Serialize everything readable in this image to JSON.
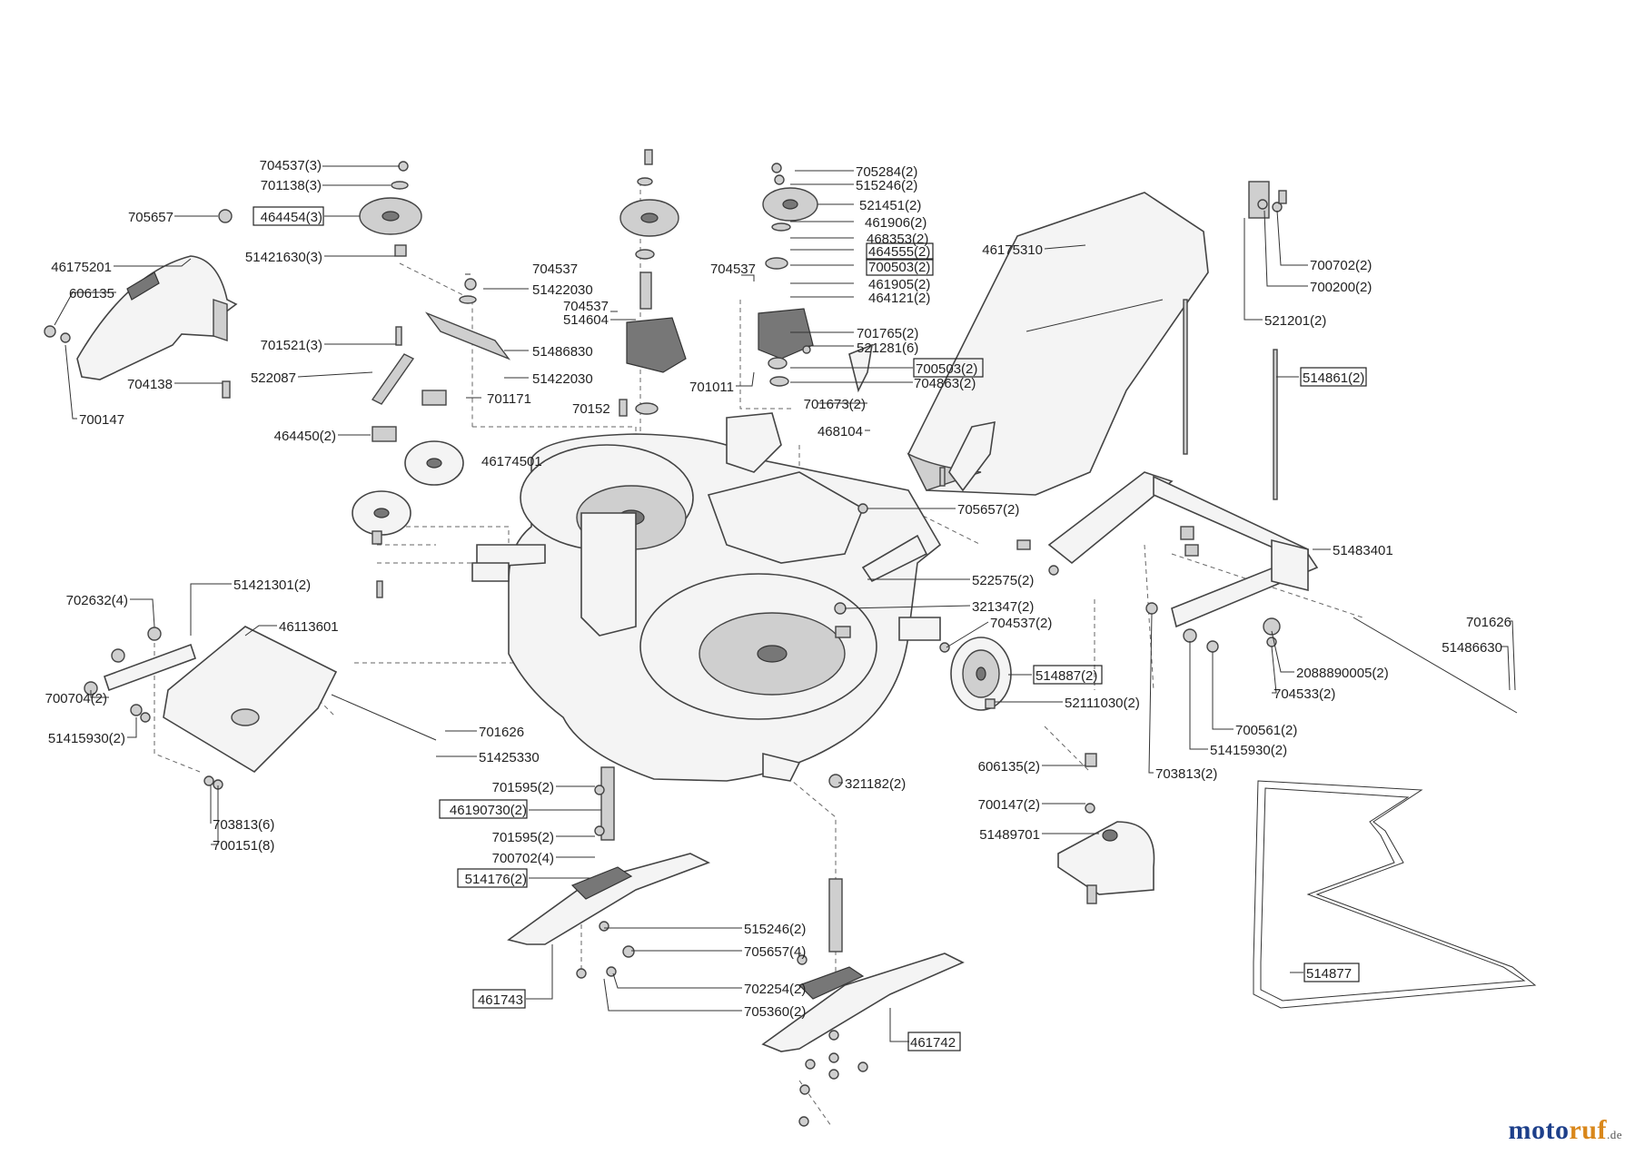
{
  "parts": [
    {
      "id": "p1",
      "text": "704537(3)",
      "boxed": false
    },
    {
      "id": "p2",
      "text": "701138(3)",
      "boxed": false
    },
    {
      "id": "p3",
      "text": "705657",
      "boxed": false
    },
    {
      "id": "p4",
      "text": "464454(3)",
      "boxed": true
    },
    {
      "id": "p5",
      "text": "51421630(3)",
      "boxed": false
    },
    {
      "id": "p6",
      "text": "46175201",
      "boxed": false
    },
    {
      "id": "p7",
      "text": "606135",
      "boxed": false
    },
    {
      "id": "p8",
      "text": "701521(3)",
      "boxed": false
    },
    {
      "id": "p9",
      "text": "522087",
      "boxed": false
    },
    {
      "id": "p10",
      "text": "704138",
      "boxed": false
    },
    {
      "id": "p11",
      "text": "700147",
      "boxed": false
    },
    {
      "id": "p12",
      "text": "464450(2)",
      "boxed": false
    },
    {
      "id": "p13",
      "text": "704537",
      "boxed": false
    },
    {
      "id": "p14",
      "text": "51422030",
      "boxed": false
    },
    {
      "id": "p15",
      "text": "51486830",
      "boxed": false
    },
    {
      "id": "p16",
      "text": "51422030",
      "boxed": false
    },
    {
      "id": "p17",
      "text": "701171",
      "boxed": false
    },
    {
      "id": "p18",
      "text": "704537",
      "boxed": false
    },
    {
      "id": "p19",
      "text": "514604",
      "boxed": false
    },
    {
      "id": "p20",
      "text": "70152",
      "boxed": false
    },
    {
      "id": "p21",
      "text": "46174501",
      "boxed": false
    },
    {
      "id": "p22",
      "text": "704537",
      "boxed": false
    },
    {
      "id": "p23",
      "text": "701011",
      "boxed": false
    },
    {
      "id": "p24",
      "text": "705284(2)",
      "boxed": false
    },
    {
      "id": "p25",
      "text": "515246(2)",
      "boxed": false
    },
    {
      "id": "p26",
      "text": "521451(2)",
      "boxed": false
    },
    {
      "id": "p27",
      "text": "461906(2)",
      "boxed": false
    },
    {
      "id": "p28",
      "text": "468353(2)",
      "boxed": false
    },
    {
      "id": "p29",
      "text": "464555(2)",
      "boxed": true
    },
    {
      "id": "p30",
      "text": "700503(2)",
      "boxed": true
    },
    {
      "id": "p31",
      "text": "461905(2)",
      "boxed": false
    },
    {
      "id": "p32",
      "text": "464121(2)",
      "boxed": false
    },
    {
      "id": "p33",
      "text": "701765(2)",
      "boxed": false
    },
    {
      "id": "p34",
      "text": "521281(6)",
      "boxed": false
    },
    {
      "id": "p35",
      "text": "700503(2)",
      "boxed": true
    },
    {
      "id": "p36",
      "text": "704863(2)",
      "boxed": false
    },
    {
      "id": "p37",
      "text": "701673(2)",
      "boxed": false
    },
    {
      "id": "p38",
      "text": "468104",
      "boxed": false
    },
    {
      "id": "p39",
      "text": "46175310",
      "boxed": false
    },
    {
      "id": "p40",
      "text": "700702(2)",
      "boxed": false
    },
    {
      "id": "p41",
      "text": "700200(2)",
      "boxed": false
    },
    {
      "id": "p42",
      "text": "521201(2)",
      "boxed": false
    },
    {
      "id": "p43",
      "text": "514861(2)",
      "boxed": true
    },
    {
      "id": "p44",
      "text": "705657(2)",
      "boxed": false
    },
    {
      "id": "p45",
      "text": "51483401",
      "boxed": false
    },
    {
      "id": "p46",
      "text": "522575(2)",
      "boxed": false
    },
    {
      "id": "p47",
      "text": "321347(2)",
      "boxed": false
    },
    {
      "id": "p48",
      "text": "704537(2)",
      "boxed": false
    },
    {
      "id": "p49",
      "text": "514887(2)",
      "boxed": true
    },
    {
      "id": "p50",
      "text": "52111030(2)",
      "boxed": false
    },
    {
      "id": "p51",
      "text": "51421301(2)",
      "boxed": false
    },
    {
      "id": "p52",
      "text": "702632(4)",
      "boxed": false
    },
    {
      "id": "p53",
      "text": "46113601",
      "boxed": false
    },
    {
      "id": "p54",
      "text": "700704(2)",
      "boxed": false
    },
    {
      "id": "p55",
      "text": "51415930(2)",
      "boxed": false
    },
    {
      "id": "p56",
      "text": "701626",
      "boxed": false
    },
    {
      "id": "p57",
      "text": "51425330",
      "boxed": false
    },
    {
      "id": "p58",
      "text": "703813(6)",
      "boxed": false
    },
    {
      "id": "p59",
      "text": "700151(8)",
      "boxed": false
    },
    {
      "id": "p60",
      "text": "701595(2)",
      "boxed": false
    },
    {
      "id": "p61",
      "text": "46190730(2)",
      "boxed": true
    },
    {
      "id": "p62",
      "text": "701595(2)",
      "boxed": false
    },
    {
      "id": "p63",
      "text": "700702(4)",
      "boxed": false
    },
    {
      "id": "p64",
      "text": "514176(2)",
      "boxed": true
    },
    {
      "id": "p65",
      "text": "515246(2)",
      "boxed": false
    },
    {
      "id": "p66",
      "text": "705657(4)",
      "boxed": false
    },
    {
      "id": "p67",
      "text": "702254(2)",
      "boxed": false
    },
    {
      "id": "p68",
      "text": "705360(2)",
      "boxed": false
    },
    {
      "id": "p69",
      "text": "461743",
      "boxed": true
    },
    {
      "id": "p70",
      "text": "461742",
      "boxed": true
    },
    {
      "id": "p71",
      "text": "321182(2)",
      "boxed": false
    },
    {
      "id": "p72",
      "text": "606135(2)",
      "boxed": false
    },
    {
      "id": "p73",
      "text": "700147(2)",
      "boxed": false
    },
    {
      "id": "p74",
      "text": "51489701",
      "boxed": false
    },
    {
      "id": "p75",
      "text": "2088890005(2)",
      "boxed": false
    },
    {
      "id": "p76",
      "text": "704533(2)",
      "boxed": false
    },
    {
      "id": "p77",
      "text": "700561(2)",
      "boxed": false
    },
    {
      "id": "p78",
      "text": "51415930(2)",
      "boxed": false
    },
    {
      "id": "p79",
      "text": "703813(2)",
      "boxed": false
    },
    {
      "id": "p80",
      "text": "701626",
      "boxed": false
    },
    {
      "id": "p81",
      "text": "51486630",
      "boxed": false
    },
    {
      "id": "p82",
      "text": "514877",
      "boxed": true
    }
  ],
  "brand": {
    "name_a": "moto",
    "name_b": "ruf",
    "tld": ".de",
    "color_a": "#1d3f8a",
    "color_b": "#d9871b"
  }
}
